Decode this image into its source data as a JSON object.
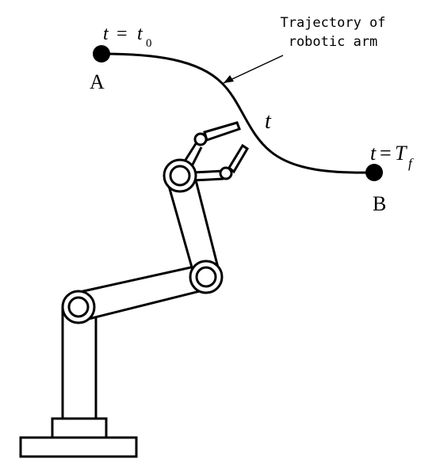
{
  "annotation": {
    "line1": "Trajectory of",
    "line2": "robotic arm"
  },
  "point_a": {
    "label": "A",
    "time_var": "t",
    "equals": "=",
    "time_value": "t",
    "time_subscript": "0"
  },
  "point_b": {
    "label": "B",
    "time_var": "t",
    "equals": "=",
    "time_value": "T",
    "time_subscript": "f"
  },
  "path_label": "t",
  "colors": {
    "ink": "#000000",
    "background": "#ffffff"
  },
  "icons": {
    "endpoints": "filled-circle-dot",
    "joints": "double-ring-joint",
    "arrow": "line-arrow"
  }
}
